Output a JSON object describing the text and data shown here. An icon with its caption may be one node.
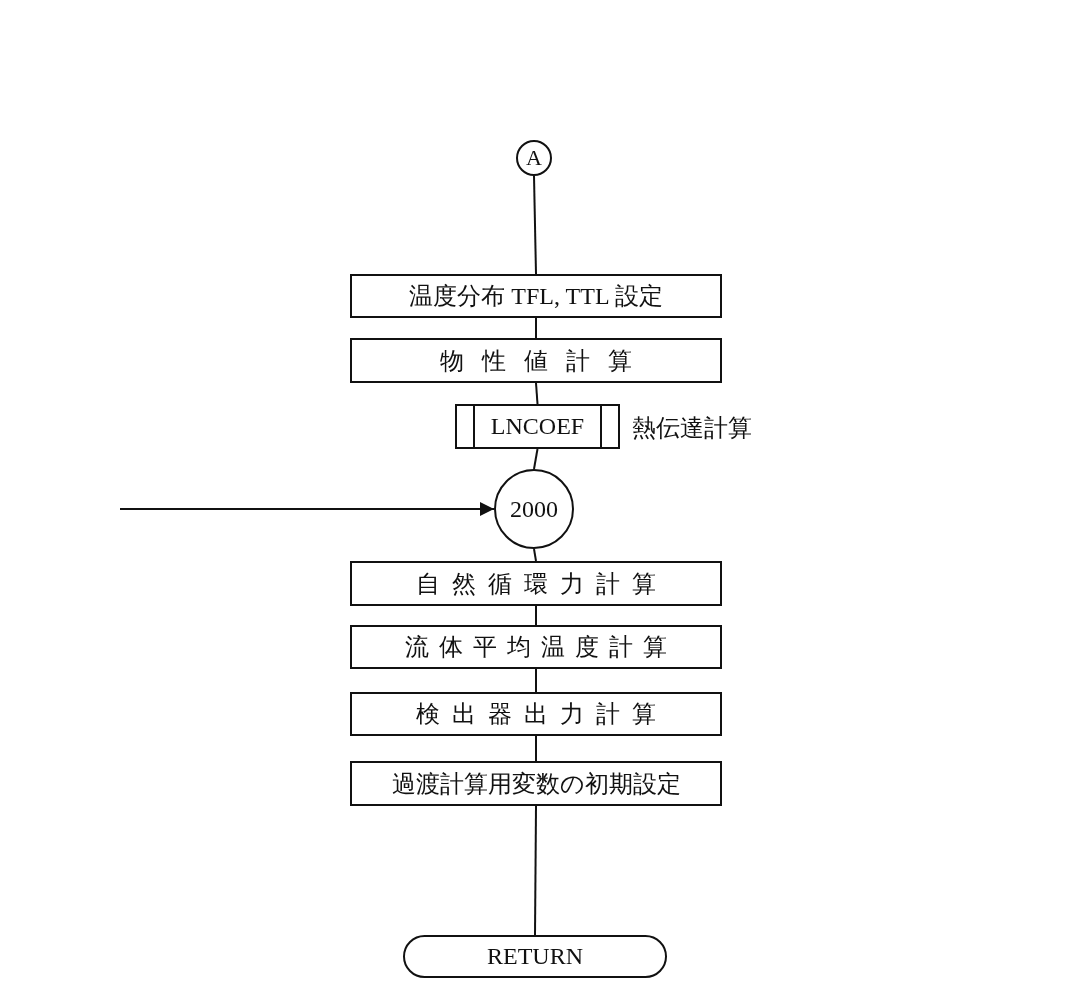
{
  "diagram": {
    "nodes": [
      {
        "text": [
          "A"
        ]
      },
      {
        "text": [
          "温度分布 TFL, TTL 設定"
        ]
      },
      {
        "text": [
          "物性値計算"
        ]
      },
      {
        "text": [
          "LNCOEF"
        ],
        "beside": [
          "熱伝達計算"
        ]
      },
      {
        "text": [
          "2000"
        ]
      },
      {
        "text": [
          "自然循環力計算"
        ]
      },
      {
        "text": [
          "流体平均温度計算"
        ]
      },
      {
        "text": [
          "検出器出力計算"
        ]
      },
      {
        "text": [
          "過渡計算用変数の初期設定"
        ]
      },
      {
        "text": [
          "RETURN"
        ]
      }
    ],
    "edges": [
      {
        "from": 0,
        "to": 1,
        "arrow": "none"
      },
      {
        "from": 1,
        "to": 2,
        "arrow": "none"
      },
      {
        "from": 2,
        "to": 3,
        "arrow": "none"
      },
      {
        "from": 3,
        "to": 4,
        "arrow": "none"
      },
      {
        "from": null,
        "to": 4,
        "arrow": "to"
      },
      {
        "from": 4,
        "to": 5,
        "arrow": "none"
      },
      {
        "from": 5,
        "to": 6,
        "arrow": "none"
      },
      {
        "from": 6,
        "to": 7,
        "arrow": "none"
      },
      {
        "from": 7,
        "to": 8,
        "arrow": "none"
      },
      {
        "from": 8,
        "to": 9,
        "arrow": "none"
      }
    ]
  }
}
